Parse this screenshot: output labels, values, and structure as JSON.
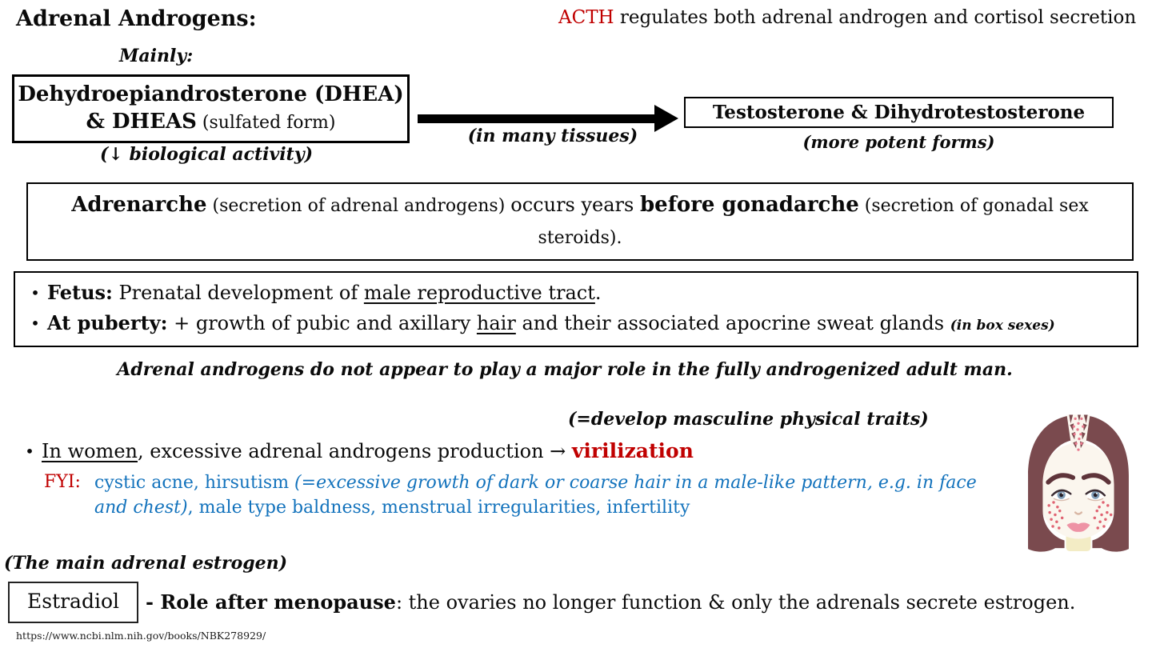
{
  "slide": {
    "bullet": "•",
    "title": "Adrenal Androgens:",
    "acth": {
      "term": "ACTH",
      "rest": " regulates both adrenal androgen and cortisol secretion"
    },
    "mainly": "Mainly:",
    "dhea_box": {
      "line1": "Dehydroepiandrosterone (DHEA)",
      "line2_bold": "& DHEAS",
      "line2_rest": " (sulfated form)"
    },
    "dhea_note": "(↓ biological activity)",
    "arrow_caption": "(in many tissues)",
    "testosterone_box": {
      "label": "Testosterone & Dihydrotestosterone",
      "note": "(more potent forms)"
    },
    "adrenarche": {
      "bold1": "Adrenarche",
      "paren1": " (secretion of adrenal androgens) ",
      "mid": "occurs years ",
      "bold2": "before gonadarche",
      "paren2": " (secretion of gonadal sex steroids)."
    },
    "effects": {
      "fetus_label": "Fetus:",
      "fetus_pre": " Prenatal development of ",
      "fetus_underline": "male reproductive tract",
      "fetus_post": ".",
      "puberty_label": "At puberty:",
      "puberty_pre": " + growth of pubic and axillary ",
      "puberty_underline": "hair",
      "puberty_post": " and their associated apocrine sweat glands ",
      "puberty_note": "(in box sexes)"
    },
    "adult_man_note": "Adrenal androgens do not appear to play a major role in the fully androgenized adult man.",
    "virilization_def": "(=develop masculine physical traits)",
    "women": {
      "underline": "In women",
      "mid": ", excessive adrenal androgens production → ",
      "term": "virilization"
    },
    "fyi": {
      "label": "FYI:",
      "blue1": "cystic acne, hirsutism ",
      "blue_italic": "(=excessive growth of dark or coarse hair in a male-like pattern, e.g. in face and chest)",
      "blue2": ", male type baldness, menstrual irregularities, infertility"
    },
    "estrogen": {
      "note": "(The main adrenal estrogen)",
      "box_label": "Estradiol",
      "bold": "- Role after menopause",
      "rest": ": the ovaries no longer function & only the adrenals secrete estrogen."
    },
    "source_url": "https://www.ncbi.nlm.nih.gov/books/NBK278929/",
    "colors": {
      "accent_red": "#c00000",
      "fyi_blue": "#1272bc",
      "text_black": "#0a0a0a",
      "hair_brown": "#7a4a4e"
    }
  }
}
